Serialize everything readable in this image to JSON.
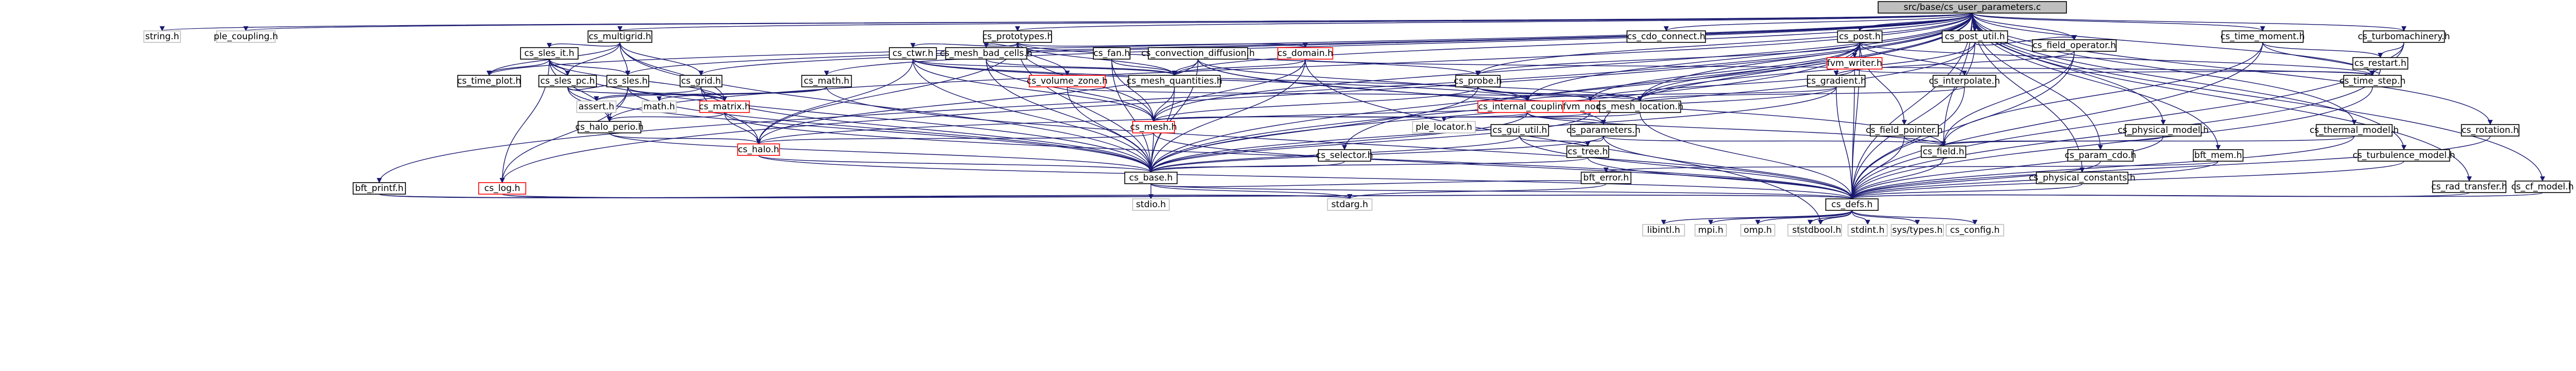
{
  "graph": {
    "title": "src/base/cs_user_parameters.c",
    "nodes": [
      {
        "id": "root",
        "label": "src/base/cs_user_parameters.c",
        "kind": "root"
      },
      {
        "id": "string",
        "label": "string.h",
        "kind": "ext"
      },
      {
        "id": "ple_coupling",
        "label": "ple_coupling.h",
        "kind": "ext"
      },
      {
        "id": "multigrid",
        "label": "cs_multigrid.h",
        "kind": "doc"
      },
      {
        "id": "prototypes",
        "label": "cs_prototypes.h",
        "kind": "doc"
      },
      {
        "id": "cdo_connect",
        "label": "cs_cdo_connect.h",
        "kind": "doc"
      },
      {
        "id": "post",
        "label": "cs_post.h",
        "kind": "doc"
      },
      {
        "id": "post_util",
        "label": "cs_post_util.h",
        "kind": "doc"
      },
      {
        "id": "field_operator",
        "label": "cs_field_operator.h",
        "kind": "doc"
      },
      {
        "id": "time_moment",
        "label": "cs_time_moment.h",
        "kind": "doc"
      },
      {
        "id": "turbomachinery",
        "label": "cs_turbomachinery.h",
        "kind": "doc"
      },
      {
        "id": "sles_it",
        "label": "cs_sles_it.h",
        "kind": "doc"
      },
      {
        "id": "ctwr",
        "label": "cs_ctwr.h",
        "kind": "doc"
      },
      {
        "id": "mesh_bad_cells",
        "label": "cs_mesh_bad_cells.h",
        "kind": "doc"
      },
      {
        "id": "fan",
        "label": "cs_fan.h",
        "kind": "doc"
      },
      {
        "id": "convection_diffusion",
        "label": "cs_convection_diffusion.h",
        "kind": "doc"
      },
      {
        "id": "domain",
        "label": "cs_domain.h",
        "kind": "red"
      },
      {
        "id": "fvm_writer",
        "label": "fvm_writer.h",
        "kind": "red"
      },
      {
        "id": "restart",
        "label": "cs_restart.h",
        "kind": "doc"
      },
      {
        "id": "time_plot",
        "label": "cs_time_plot.h",
        "kind": "doc"
      },
      {
        "id": "sles_pc",
        "label": "cs_sles_pc.h",
        "kind": "doc"
      },
      {
        "id": "sles",
        "label": "cs_sles.h",
        "kind": "doc"
      },
      {
        "id": "grid",
        "label": "cs_grid.h",
        "kind": "doc"
      },
      {
        "id": "math",
        "label": "cs_math.h",
        "kind": "doc"
      },
      {
        "id": "volume_zone",
        "label": "cs_volume_zone.h",
        "kind": "red"
      },
      {
        "id": "mesh_quantities",
        "label": "cs_mesh_quantities.h",
        "kind": "doc"
      },
      {
        "id": "probe",
        "label": "cs_probe.h",
        "kind": "doc"
      },
      {
        "id": "gradient",
        "label": "cs_gradient.h",
        "kind": "doc"
      },
      {
        "id": "interpolate",
        "label": "cs_interpolate.h",
        "kind": "doc"
      },
      {
        "id": "time_step",
        "label": "cs_time_step.h",
        "kind": "doc"
      },
      {
        "id": "assert",
        "label": "assert.h",
        "kind": "ext"
      },
      {
        "id": "math_sys",
        "label": "math.h",
        "kind": "ext"
      },
      {
        "id": "matrix",
        "label": "cs_matrix.h",
        "kind": "red"
      },
      {
        "id": "internal_coupling",
        "label": "cs_internal_coupling.h",
        "kind": "red"
      },
      {
        "id": "fvm_nodal",
        "label": "fvm_nodal.h",
        "kind": "red"
      },
      {
        "id": "mesh_location",
        "label": "cs_mesh_location.h",
        "kind": "doc"
      },
      {
        "id": "halo_perio",
        "label": "cs_halo_perio.h",
        "kind": "doc"
      },
      {
        "id": "mesh",
        "label": "cs_mesh.h",
        "kind": "red"
      },
      {
        "id": "ple_locator",
        "label": "ple_locator.h",
        "kind": "ext"
      },
      {
        "id": "gui_util",
        "label": "cs_gui_util.h",
        "kind": "doc"
      },
      {
        "id": "parameters",
        "label": "cs_parameters.h",
        "kind": "doc"
      },
      {
        "id": "field_pointer",
        "label": "cs_field_pointer.h",
        "kind": "doc"
      },
      {
        "id": "physical_model",
        "label": "cs_physical_model.h",
        "kind": "doc"
      },
      {
        "id": "thermal_model",
        "label": "cs_thermal_model.h",
        "kind": "doc"
      },
      {
        "id": "rotation",
        "label": "cs_rotation.h",
        "kind": "doc"
      },
      {
        "id": "halo",
        "label": "cs_halo.h",
        "kind": "red"
      },
      {
        "id": "tree",
        "label": "cs_tree.h",
        "kind": "doc"
      },
      {
        "id": "field",
        "label": "cs_field.h",
        "kind": "doc"
      },
      {
        "id": "selector",
        "label": "cs_selector.h",
        "kind": "doc"
      },
      {
        "id": "param_cdo",
        "label": "cs_param_cdo.h",
        "kind": "doc"
      },
      {
        "id": "bft_mem",
        "label": "bft_mem.h",
        "kind": "doc"
      },
      {
        "id": "turbulence_model",
        "label": "cs_turbulence_model.h",
        "kind": "doc"
      },
      {
        "id": "base",
        "label": "cs_base.h",
        "kind": "doc"
      },
      {
        "id": "bft_error",
        "label": "bft_error.h",
        "kind": "doc"
      },
      {
        "id": "physical_constants",
        "label": "cs_physical_constants.h",
        "kind": "doc"
      },
      {
        "id": "bft_printf",
        "label": "bft_printf.h",
        "kind": "doc"
      },
      {
        "id": "cs_log",
        "label": "cs_log.h",
        "kind": "red"
      },
      {
        "id": "rad_transfer",
        "label": "cs_rad_transfer.h",
        "kind": "doc"
      },
      {
        "id": "cf_model",
        "label": "cs_cf_model.h",
        "kind": "doc"
      },
      {
        "id": "stdio",
        "label": "stdio.h",
        "kind": "ext"
      },
      {
        "id": "stdarg",
        "label": "stdarg.h",
        "kind": "ext"
      },
      {
        "id": "defs",
        "label": "cs_defs.h",
        "kind": "doc"
      },
      {
        "id": "stddef",
        "label": "stddef.h",
        "kind": "ext"
      },
      {
        "id": "libintl",
        "label": "libintl.h",
        "kind": "ext"
      },
      {
        "id": "mpi",
        "label": "mpi.h",
        "kind": "ext"
      },
      {
        "id": "omp",
        "label": "omp.h",
        "kind": "ext"
      },
      {
        "id": "stdbool",
        "label": "stdbool.h",
        "kind": "ext"
      },
      {
        "id": "stdint",
        "label": "stdint.h",
        "kind": "ext"
      },
      {
        "id": "sys_types",
        "label": "sys/types.h",
        "kind": "ext"
      },
      {
        "id": "cs_config",
        "label": "cs_config.h",
        "kind": "ext"
      }
    ],
    "edges": [
      [
        "root",
        "string"
      ],
      [
        "root",
        "ple_coupling"
      ],
      [
        "root",
        "multigrid"
      ],
      [
        "root",
        "prototypes"
      ],
      [
        "root",
        "cdo_connect"
      ],
      [
        "root",
        "post"
      ],
      [
        "root",
        "post_util"
      ],
      [
        "root",
        "field_operator"
      ],
      [
        "root",
        "time_moment"
      ],
      [
        "root",
        "turbomachinery"
      ],
      [
        "root",
        "time_step"
      ],
      [
        "root",
        "field"
      ],
      [
        "root",
        "physical_model"
      ],
      [
        "root",
        "thermal_model"
      ],
      [
        "root",
        "rotation"
      ],
      [
        "root",
        "turbulence_model"
      ],
      [
        "root",
        "rad_transfer"
      ],
      [
        "root",
        "cf_model"
      ],
      [
        "root",
        "param_cdo"
      ],
      [
        "root",
        "bft_mem"
      ],
      [
        "root",
        "selector"
      ],
      [
        "root",
        "base"
      ],
      [
        "root",
        "cs_log"
      ],
      [
        "root",
        "bft_printf"
      ],
      [
        "root",
        "defs"
      ],
      [
        "root",
        "parameters"
      ],
      [
        "root",
        "mesh_location"
      ],
      [
        "root",
        "mesh_quantities"
      ],
      [
        "root",
        "probe"
      ],
      [
        "root",
        "sles"
      ],
      [
        "root",
        "math"
      ],
      [
        "root",
        "grid"
      ],
      [
        "root",
        "halo_perio"
      ],
      [
        "root",
        "mesh"
      ],
      [
        "root",
        "time_plot"
      ],
      [
        "root",
        "internal_coupling"
      ],
      [
        "root",
        "physical_constants"
      ],
      [
        "multigrid",
        "sles_it"
      ],
      [
        "multigrid",
        "sles_pc"
      ],
      [
        "multigrid",
        "sles"
      ],
      [
        "multigrid",
        "grid"
      ],
      [
        "multigrid",
        "time_plot"
      ],
      [
        "multigrid",
        "base"
      ],
      [
        "multigrid",
        "matrix"
      ],
      [
        "sles_it",
        "time_plot"
      ],
      [
        "sles_it",
        "sles_pc"
      ],
      [
        "sles_it",
        "sles"
      ],
      [
        "sles_it",
        "halo_perio"
      ],
      [
        "sles_it",
        "matrix"
      ],
      [
        "sles_it",
        "base"
      ],
      [
        "sles_it",
        "cs_log"
      ],
      [
        "sles_pc",
        "sles"
      ],
      [
        "sles_pc",
        "matrix"
      ],
      [
        "sles_pc",
        "halo_perio"
      ],
      [
        "sles_pc",
        "base"
      ],
      [
        "sles",
        "matrix"
      ],
      [
        "sles",
        "halo_perio"
      ],
      [
        "sles",
        "base"
      ],
      [
        "sles",
        "cs_log"
      ],
      [
        "grid",
        "matrix"
      ],
      [
        "grid",
        "halo"
      ],
      [
        "grid",
        "base"
      ],
      [
        "grid",
        "assert"
      ],
      [
        "math",
        "defs"
      ],
      [
        "math",
        "assert"
      ],
      [
        "math",
        "math_sys"
      ],
      [
        "matrix",
        "halo"
      ],
      [
        "matrix",
        "defs"
      ],
      [
        "matrix",
        "halo_perio"
      ],
      [
        "halo_perio",
        "halo"
      ],
      [
        "halo_perio",
        "base"
      ],
      [
        "halo",
        "base"
      ],
      [
        "halo",
        "defs"
      ],
      [
        "prototypes",
        "ctwr"
      ],
      [
        "prototypes",
        "mesh_bad_cells"
      ],
      [
        "prototypes",
        "mesh_quantities"
      ],
      [
        "prototypes",
        "domain"
      ],
      [
        "prototypes",
        "volume_zone"
      ],
      [
        "prototypes",
        "probe"
      ],
      [
        "prototypes",
        "mesh"
      ],
      [
        "prototypes",
        "base"
      ],
      [
        "prototypes",
        "halo"
      ],
      [
        "ctwr",
        "mesh"
      ],
      [
        "ctwr",
        "mesh_quantities"
      ],
      [
        "ctwr",
        "base"
      ],
      [
        "ctwr",
        "halo"
      ],
      [
        "ctwr",
        "internal_coupling"
      ],
      [
        "ctwr",
        "mesh_location"
      ],
      [
        "mesh_bad_cells",
        "mesh"
      ],
      [
        "mesh_bad_cells",
        "mesh_quantities"
      ],
      [
        "mesh_bad_cells",
        "base"
      ],
      [
        "fan",
        "mesh"
      ],
      [
        "fan",
        "mesh_quantities"
      ],
      [
        "fan",
        "base"
      ],
      [
        "convection_diffusion",
        "mesh_quantities"
      ],
      [
        "convection_diffusion",
        "halo"
      ],
      [
        "convection_diffusion",
        "base"
      ],
      [
        "convection_diffusion",
        "field"
      ],
      [
        "convection_diffusion",
        "internal_coupling"
      ],
      [
        "convection_diffusion",
        "parameters"
      ],
      [
        "domain",
        "mesh"
      ],
      [
        "domain",
        "mesh_quantities"
      ],
      [
        "domain",
        "time_step"
      ],
      [
        "domain",
        "stdbool"
      ],
      [
        "domain",
        "base"
      ],
      [
        "volume_zone",
        "mesh_location"
      ],
      [
        "volume_zone",
        "base"
      ],
      [
        "mesh_quantities",
        "mesh"
      ],
      [
        "mesh_quantities",
        "base"
      ],
      [
        "probe",
        "mesh_location"
      ],
      [
        "probe",
        "fvm_nodal"
      ],
      [
        "probe",
        "mesh"
      ],
      [
        "probe",
        "base"
      ],
      [
        "internal_coupling",
        "ple_locator"
      ],
      [
        "internal_coupling",
        "mesh"
      ],
      [
        "internal_coupling",
        "parameters"
      ],
      [
        "internal_coupling",
        "field"
      ],
      [
        "internal_coupling",
        "base"
      ],
      [
        "fvm_nodal",
        "mesh"
      ],
      [
        "fvm_nodal",
        "base"
      ],
      [
        "mesh_location",
        "mesh"
      ],
      [
        "mesh_location",
        "defs"
      ],
      [
        "mesh",
        "halo"
      ],
      [
        "mesh",
        "base"
      ],
      [
        "mesh",
        "defs"
      ],
      [
        "gui_util",
        "tree"
      ],
      [
        "gui_util",
        "base"
      ],
      [
        "gui_util",
        "defs"
      ],
      [
        "tree",
        "defs"
      ],
      [
        "tree",
        "base"
      ],
      [
        "parameters",
        "field"
      ],
      [
        "parameters",
        "tree"
      ],
      [
        "parameters",
        "base"
      ],
      [
        "parameters",
        "defs"
      ],
      [
        "post",
        "time_step"
      ],
      [
        "post",
        "fvm_writer"
      ],
      [
        "post",
        "fvm_nodal"
      ],
      [
        "post",
        "interpolate"
      ],
      [
        "post",
        "gradient"
      ],
      [
        "post",
        "mesh_location"
      ],
      [
        "post",
        "defs"
      ],
      [
        "post",
        "field_pointer"
      ],
      [
        "post",
        "probe"
      ],
      [
        "post",
        "base"
      ],
      [
        "fvm_writer",
        "fvm_nodal"
      ],
      [
        "fvm_writer",
        "time_step"
      ],
      [
        "fvm_writer",
        "defs"
      ],
      [
        "post_util",
        "field_operator"
      ],
      [
        "post_util",
        "defs"
      ],
      [
        "post_util",
        "base"
      ],
      [
        "post_util",
        "mesh_location"
      ],
      [
        "field_operator",
        "field"
      ],
      [
        "field_operator",
        "gradient"
      ],
      [
        "field_operator",
        "defs"
      ],
      [
        "gradient",
        "internal_coupling"
      ],
      [
        "gradient",
        "halo"
      ],
      [
        "gradient",
        "base"
      ],
      [
        "gradient",
        "defs"
      ],
      [
        "interpolate",
        "defs"
      ],
      [
        "interpolate",
        "mesh_location"
      ],
      [
        "time_moment",
        "restart"
      ],
      [
        "time_moment",
        "field"
      ],
      [
        "time_moment",
        "defs"
      ],
      [
        "time_moment",
        "time_step"
      ],
      [
        "turbomachinery",
        "restart"
      ],
      [
        "turbomachinery",
        "defs"
      ],
      [
        "turbomachinery",
        "time_step"
      ],
      [
        "restart",
        "time_step"
      ],
      [
        "restart",
        "defs"
      ],
      [
        "time_step",
        "defs"
      ],
      [
        "field_pointer",
        "field"
      ],
      [
        "field_pointer",
        "defs"
      ],
      [
        "field",
        "defs"
      ],
      [
        "physical_model",
        "field"
      ],
      [
        "physical_model",
        "defs"
      ],
      [
        "thermal_model",
        "field"
      ],
      [
        "thermal_model",
        "defs"
      ],
      [
        "rotation",
        "defs"
      ],
      [
        "turbulence_model",
        "defs"
      ],
      [
        "rad_transfer",
        "defs"
      ],
      [
        "cf_model",
        "defs"
      ],
      [
        "selector",
        "base"
      ],
      [
        "param_cdo",
        "defs"
      ],
      [
        "bft_mem",
        "defs"
      ],
      [
        "bft_mem",
        "bft_error"
      ],
      [
        "bft_error",
        "stdarg"
      ],
      [
        "base",
        "stdio"
      ],
      [
        "base",
        "defs"
      ],
      [
        "base",
        "bft_error"
      ],
      [
        "base",
        "stdarg"
      ],
      [
        "cs_log",
        "defs"
      ],
      [
        "cs_log",
        "stdarg"
      ],
      [
        "bft_printf",
        "defs"
      ],
      [
        "bft_printf",
        "stdarg"
      ],
      [
        "physical_constants",
        "defs"
      ],
      [
        "defs",
        "stddef"
      ],
      [
        "defs",
        "libintl"
      ],
      [
        "defs",
        "mpi"
      ],
      [
        "defs",
        "omp"
      ],
      [
        "defs",
        "stdbool"
      ],
      [
        "defs",
        "stdint"
      ],
      [
        "defs",
        "sys_types"
      ],
      [
        "defs",
        "cs_config"
      ]
    ]
  }
}
